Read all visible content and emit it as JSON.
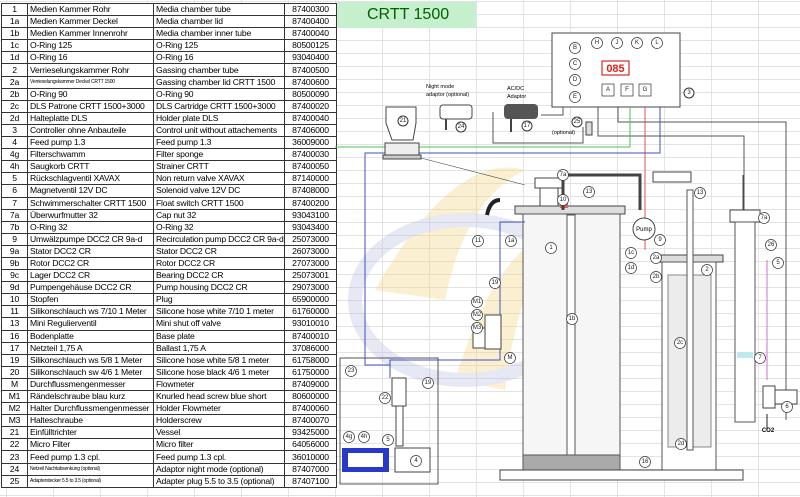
{
  "title": "CRTT 1500",
  "parts": [
    {
      "no": "1",
      "de": "Medien Kammer Rohr",
      "en": "Media chamber tube",
      "pn": "87400300"
    },
    {
      "no": "1a",
      "de": "Medien Kammer Deckel",
      "en": "Media chamber lid",
      "pn": "87400400"
    },
    {
      "no": "1b",
      "de": "Medien Kammer Innenrohr",
      "en": "Media chamber inner tube",
      "pn": "87400040"
    },
    {
      "no": "1c",
      "de": "O-Ring 125",
      "en": "O-Ring 125",
      "pn": "80500125"
    },
    {
      "no": "1d",
      "de": "O-Ring 16",
      "en": "O-Ring 16",
      "pn": "93040400"
    },
    {
      "no": "2",
      "de": "Verrieselungskammer Rohr",
      "en": "Gassing chamber tube",
      "pn": "87400500"
    },
    {
      "no": "2a",
      "de": "Verrieselungskammer Deckel CRTT 1500",
      "en": "Gassing chamber lid CRTT 1500",
      "pn": "87400600"
    },
    {
      "no": "2b",
      "de": "O-Ring 90",
      "en": "O-Ring 90",
      "pn": "80500090"
    },
    {
      "no": "2c",
      "de": "DLS Patrone CRTT 1500+3000",
      "en": "DLS Cartridge CRTT 1500+3000",
      "pn": "87400020"
    },
    {
      "no": "2d",
      "de": "Halteplatte DLS",
      "en": "Holder plate DLS",
      "pn": "87400040"
    },
    {
      "no": "3",
      "de": "Controller ohne Anbauteile",
      "en": "Control unit without attachements",
      "pn": "87406000"
    },
    {
      "no": "4",
      "de": "Feed pump 1.3",
      "en": "Feed pump 1.3",
      "pn": "36009000"
    },
    {
      "no": "4g",
      "de": "Filterschwamm",
      "en": "Filter sponge",
      "pn": "87400030"
    },
    {
      "no": "4h",
      "de": "Saugkorb CRTT",
      "en": "Strainer CRTT",
      "pn": "87400050"
    },
    {
      "no": "5",
      "de": "Rückschlagventil XAVAX",
      "en": "Non return valve XAVAX",
      "pn": "87140000"
    },
    {
      "no": "6",
      "de": "Magnetventil 12V DC",
      "en": "Solenoid valve 12V DC",
      "pn": "87408000"
    },
    {
      "no": "7",
      "de": "Schwimmerschalter CRTT 1500",
      "en": "Float switch CRTT 1500",
      "pn": "87400200"
    },
    {
      "no": "7a",
      "de": "Überwurfmutter 32",
      "en": "Cap nut 32",
      "pn": "93043100"
    },
    {
      "no": "7b",
      "de": "O-Ring 32",
      "en": "O-Ring 32",
      "pn": "93043400"
    },
    {
      "no": "9",
      "de": "Umwälzpumpe DCC2 CR 9a-d",
      "en": "Recirculation pump DCC2 CR 9a-d",
      "pn": "25073000"
    },
    {
      "no": "9a",
      "de": "Stator DCC2 CR",
      "en": "Stator DCC2 CR",
      "pn": "26073000"
    },
    {
      "no": "9b",
      "de": "Rotor DCC2 CR",
      "en": "Rotor DCC2 CR",
      "pn": "27073000"
    },
    {
      "no": "9c",
      "de": "Lager DCC2 CR",
      "en": "Bearing DCC2 CR",
      "pn": "25073001"
    },
    {
      "no": "9d",
      "de": "Pumpengehäuse DCC2 CR",
      "en": "Pump housing DCC2 CR",
      "pn": "29073000"
    },
    {
      "no": "10",
      "de": "Stopfen",
      "en": "Plug",
      "pn": "65900000"
    },
    {
      "no": "11",
      "de": "Silikonschlauch ws 7/10  1 Meter",
      "en": "Silicone hose white 7/10  1 meter",
      "pn": "61760000"
    },
    {
      "no": "13",
      "de": "Mini Regulierventil",
      "en": "Mini shut off valve",
      "pn": "93010010"
    },
    {
      "no": "16",
      "de": "Bodenplatte",
      "en": "Base plate",
      "pn": "87400010"
    },
    {
      "no": "17",
      "de": "Netzteil 1,75 A",
      "en": "Ballast 1,75 A",
      "pn": "37086000"
    },
    {
      "no": "19",
      "de": "Silikonschlauch ws 5/8  1 Meter",
      "en": "Silicone hose white 5/8  1 meter",
      "pn": "61758000"
    },
    {
      "no": "20",
      "de": "Silikonschlauch sw 4/6  1 Meter",
      "en": "Silicone hose black 4/6  1 meter",
      "pn": "61750000"
    },
    {
      "no": "M",
      "de": "Durchflussmengenmesser",
      "en": "Flowmeter",
      "pn": "87409000"
    },
    {
      "no": "M1",
      "de": "Rändelschraube blau kurz",
      "en": "Knurled head screw blue short",
      "pn": "80600000"
    },
    {
      "no": "M2",
      "de": "Halter Durchflussmengenmesser",
      "en": "Holder Flowmeter",
      "pn": "87400060"
    },
    {
      "no": "M3",
      "de": "Halteschraube",
      "en": "Holderscrew",
      "pn": "87400070"
    },
    {
      "no": "21",
      "de": "Einfülltrichter",
      "en": "Vessel",
      "pn": "93425000"
    },
    {
      "no": "22",
      "de": "Micro Filter",
      "en": "Micro filter",
      "pn": "64056000"
    },
    {
      "no": "23",
      "de": "Feed pump 1.3 cpl.",
      "en": "Feed pump 1.3 cpl.",
      "pn": "36010000"
    },
    {
      "no": "24",
      "de": "Netzeil Nachtabsenkung (optional)",
      "en": "Adaptor night mode (optional)",
      "pn": "87407000"
    },
    {
      "no": "25",
      "de": "Adapterstecker 5.5 to 3.5 (optional)",
      "en": "Adapter plug 5.5 to 3.5 (optional)",
      "pn": "87407100"
    }
  ],
  "diagram": {
    "controller": {
      "display": "085",
      "display_color": "#e02020",
      "side_buttons": [
        "B",
        "C",
        "D",
        "E"
      ],
      "top_buttons": [
        "H",
        "J",
        "K",
        "L"
      ],
      "keys": [
        "A",
        "F",
        "G"
      ],
      "label": "3"
    },
    "night_mode_text": [
      "Night mode",
      "adaptor (optional)"
    ],
    "acdc_text": [
      "AC/DC",
      "Adaptor"
    ],
    "optional_text": "(optional)",
    "pump_text": "Pump",
    "co2_text": "CO2",
    "labels": {
      "l21": "21",
      "l24": "24",
      "l17": "17",
      "l25": "25",
      "l7a": "7a",
      "l13": "13",
      "l10": "10",
      "l11": "11",
      "l1a": "1a",
      "l1": "1",
      "l1c": "1c",
      "l1d": "1d",
      "l9": "9",
      "l13b": "13",
      "l7a2": "7a",
      "l2a": "2a",
      "l2b": "2b",
      "l2": "2",
      "l26": "26",
      "l5": "5",
      "l19": "19",
      "lM1": "M1",
      "lM2": "M2",
      "lM3": "M3",
      "l1b": "1b",
      "l2c": "2c",
      "l7": "7",
      "lM": "M",
      "l23": "23",
      "l19b": "19",
      "l22": "22",
      "l6": "6",
      "l4g": "4g",
      "l4h": "4h",
      "l5b": "5",
      "l4": "4",
      "l2d": "2d",
      "l16": "16"
    },
    "wire_colors": {
      "green": "#4cc04c",
      "red": "#e05050",
      "blue": "#4050c0",
      "pink": "#d070d0"
    }
  }
}
